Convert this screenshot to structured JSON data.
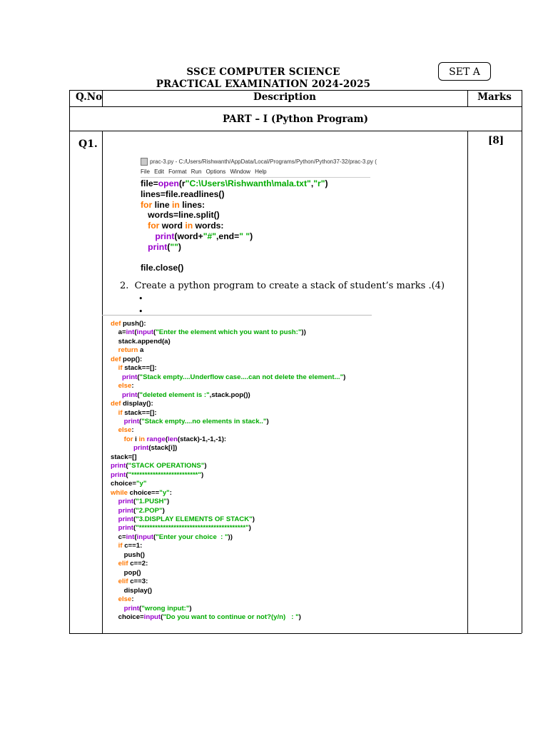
{
  "header": {
    "title_line1": "SSCE COMPUTER SCIENCE",
    "title_line2": "PRACTICAL EXAMINATION 2024-2025",
    "set_label": "SET A"
  },
  "table": {
    "col_qno": "Q.No",
    "col_description": "Description",
    "col_marks": "Marks",
    "part_title": "PART – I (Python Program)",
    "question_no": "Q1.",
    "marks": "[8]"
  },
  "screenshot1": {
    "window_title": "prac-3.py - C:/Users/Rishwanth/AppData/Local/Programs/Python/Python37-32/prac-3.py (",
    "menu": [
      "File",
      "Edit",
      "Format",
      "Run",
      "Options",
      "Window",
      "Help"
    ]
  },
  "question2": {
    "number": "2.",
    "text": "Create a python program to create a stack of student’s marks .(4)",
    "bullets": [
      "•",
      "•"
    ]
  },
  "icons": [
    "python-file-icon"
  ]
}
